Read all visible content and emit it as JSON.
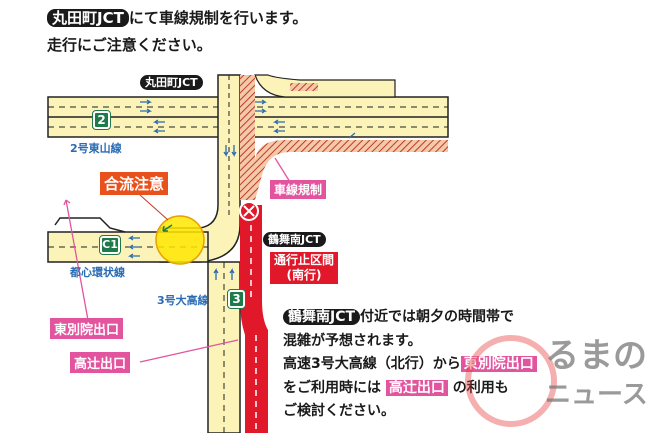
{
  "header": {
    "jct_badge": "丸田町JCT",
    "line1_rest": "にて車線規制を行います。",
    "line2": "走行にご注意ください。"
  },
  "map": {
    "marutamachi_jct": "丸田町JCT",
    "route2_sign": "2",
    "route2_name": "2号東山線",
    "merge_caution": "合流注意",
    "lane_restriction": "車線規制",
    "tsurumaiminami_jct": "鶴舞南JCT",
    "closure_line1": "通行止区間",
    "closure_line2": "(南行)",
    "c1_sign": "C1",
    "c1_name": "都心環状線",
    "route3_sign": "3",
    "route3_name": "3号大高線",
    "exit_higashibetsuin": "東別院出口",
    "exit_takatsuji": "高辻出口"
  },
  "notice": {
    "jct_badge": "鶴舞南JCT",
    "l1": "付近では朝夕の時間帯で",
    "l2": "混雑が予想されます。",
    "l3a": "高速3号大高線（北行）から",
    "l3b": "東別院出口",
    "l4a": "をご利用時には",
    "l4b": "高辻出口",
    "l4c": "の利用も",
    "l5": "ご検討ください。"
  },
  "watermark": {
    "line1": "るまの",
    "line2": "ニュース"
  },
  "colors": {
    "road": "#fbf3b8",
    "closure": "#e0182a",
    "accent_pink": "#e2559e",
    "merge": "#e8501c",
    "sign_green": "#1f7a4a"
  }
}
